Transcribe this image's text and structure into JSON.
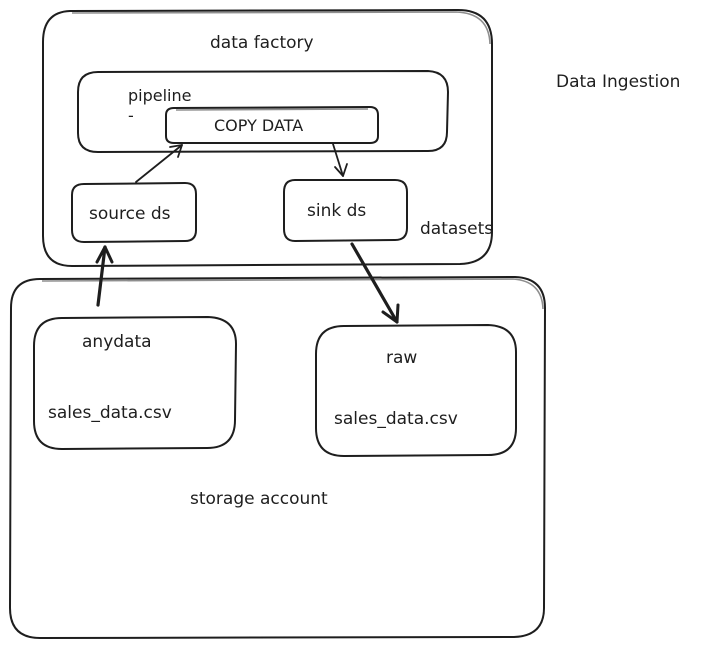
{
  "labels": {
    "data_factory": "data factory",
    "pipeline": "pipeline",
    "pipeline_marker": "-",
    "copy_data": "COPY DATA",
    "source_ds": "source ds",
    "sink_ds": "sink ds",
    "datasets": "datasets",
    "data_ingestion": "Data Ingestion",
    "anydata": "anydata",
    "anydata_file": "sales_data.csv",
    "raw": "raw",
    "raw_file": "sales_data.csv",
    "storage_account": "storage account"
  },
  "colors": {
    "stroke": "#1e1e1e",
    "background": "#ffffff"
  }
}
